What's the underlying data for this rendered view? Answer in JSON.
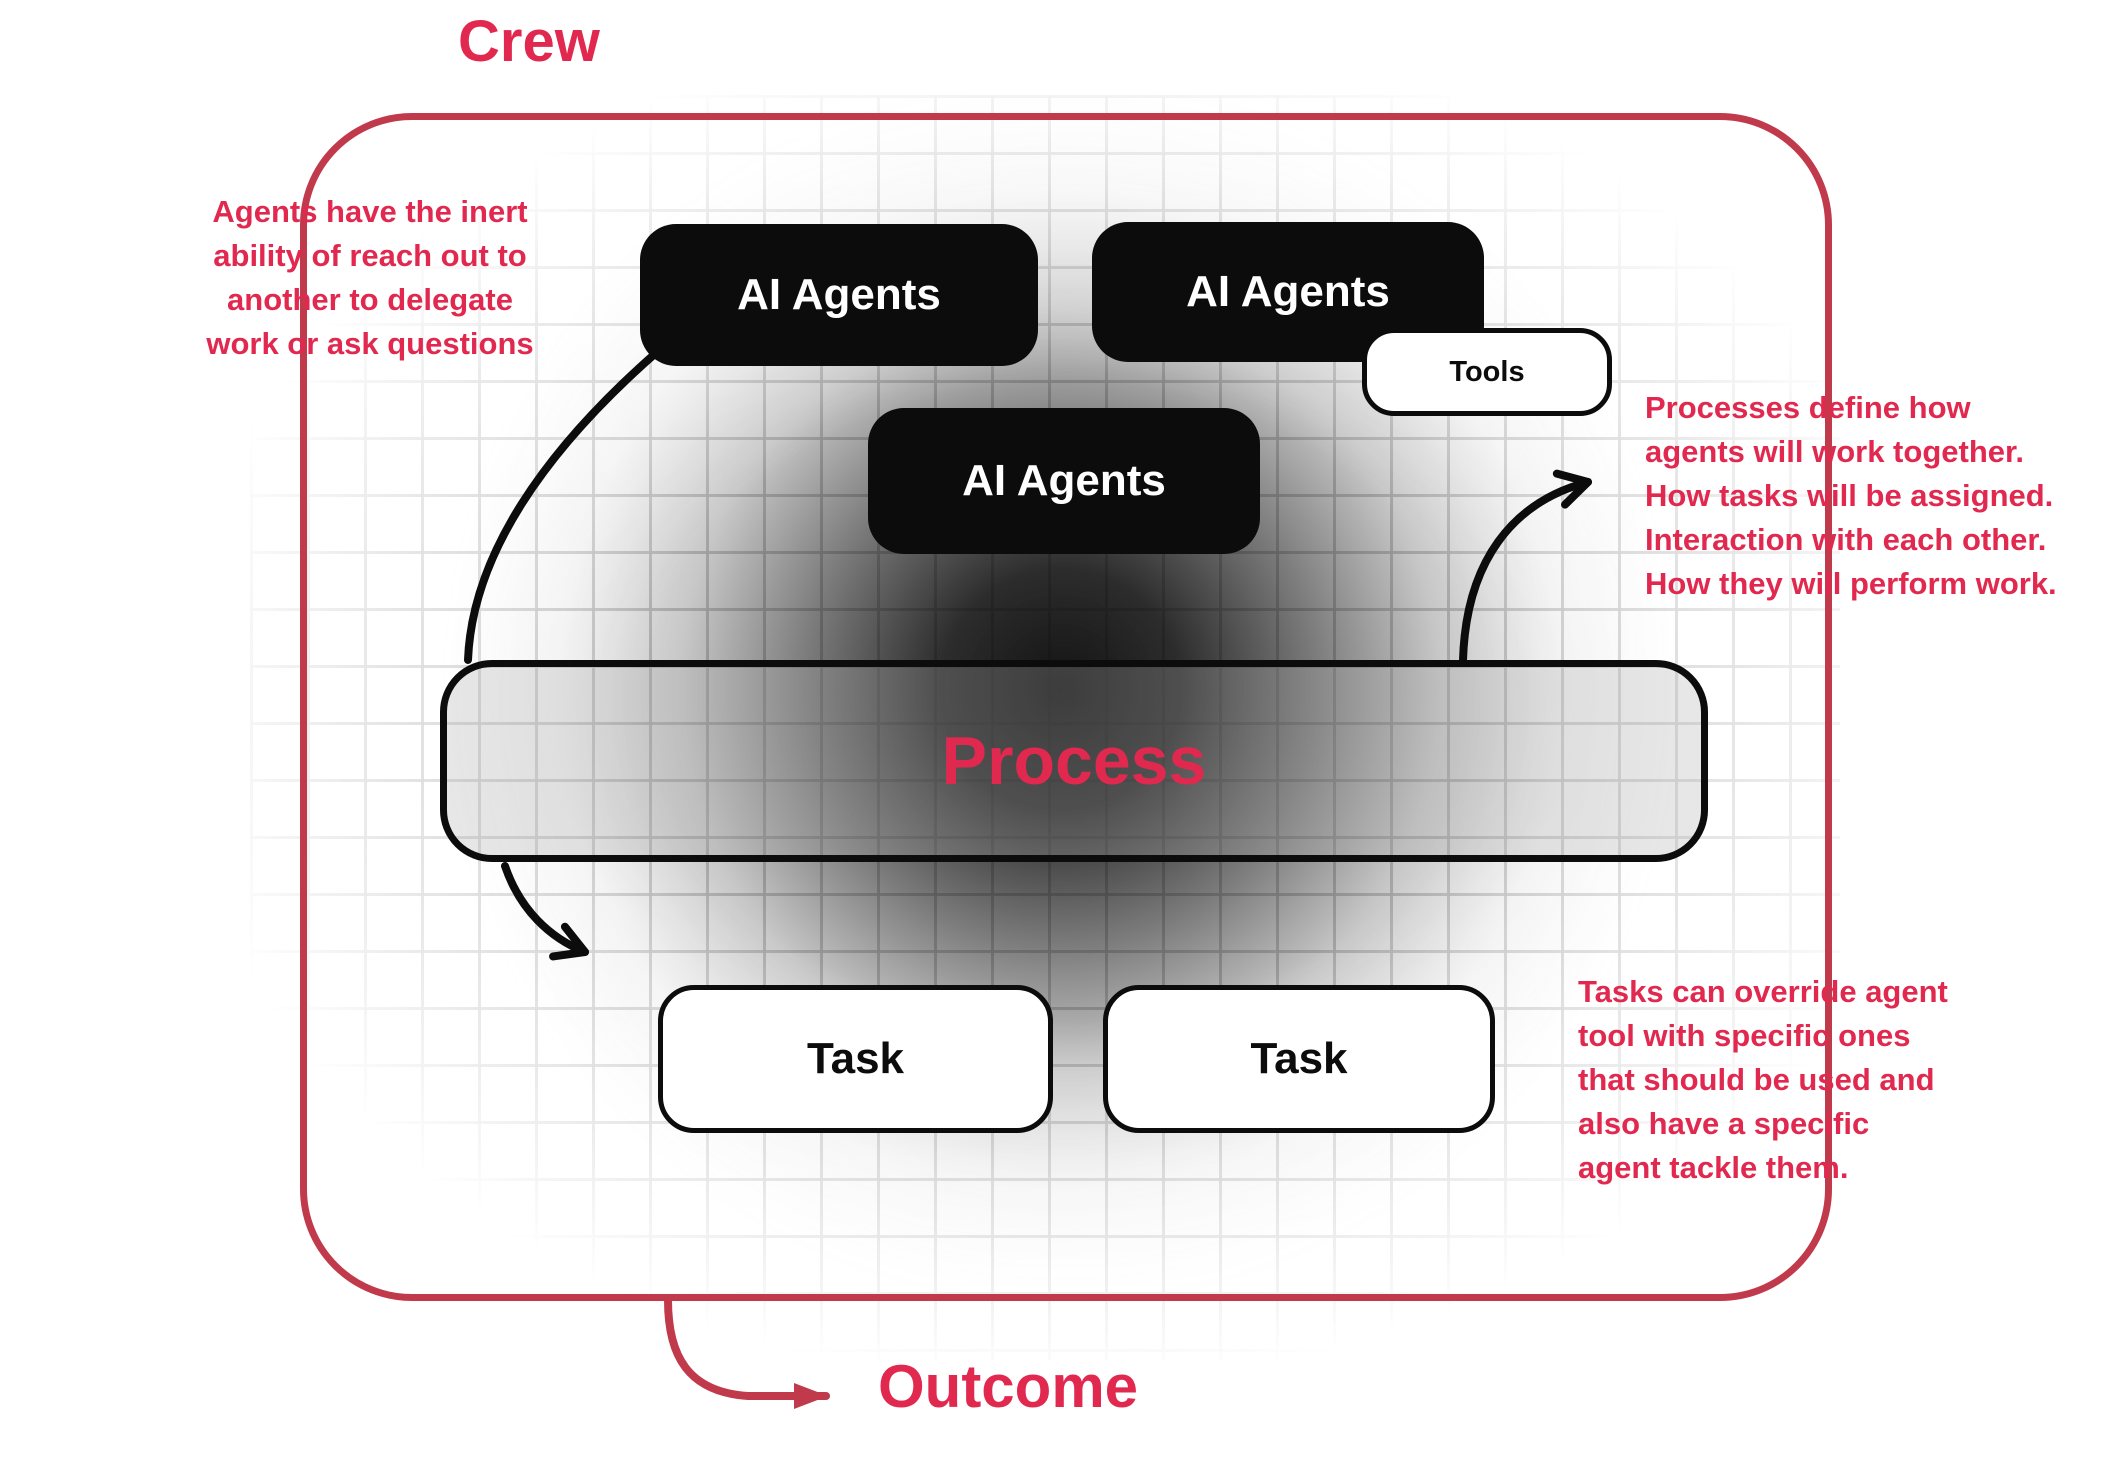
{
  "title": "Crew",
  "outcome_label": "Outcome",
  "colors": {
    "accent_red": "#e1294f",
    "border_red": "#c03a4c",
    "box_black": "#0c0c0c"
  },
  "boxes": {
    "ai_agent_1": "AI Agents",
    "ai_agent_2": "AI Agents",
    "ai_agent_3": "AI Agents",
    "tools": "Tools",
    "process": "Process",
    "task_1": "Task",
    "task_2": "Task"
  },
  "annotations": {
    "left": "Agents have the inert\nability of reach out to\nanother to delegate\nwork or ask questions",
    "right_top": "Processes define how\nagents will work together.\nHow tasks will be assigned.\nInteraction with each other.\nHow they will perform work.",
    "right_bottom": "Tasks can override agent\ntool with specific ones\nthat should be used and\nalso have a specific\nagent tackle them."
  }
}
